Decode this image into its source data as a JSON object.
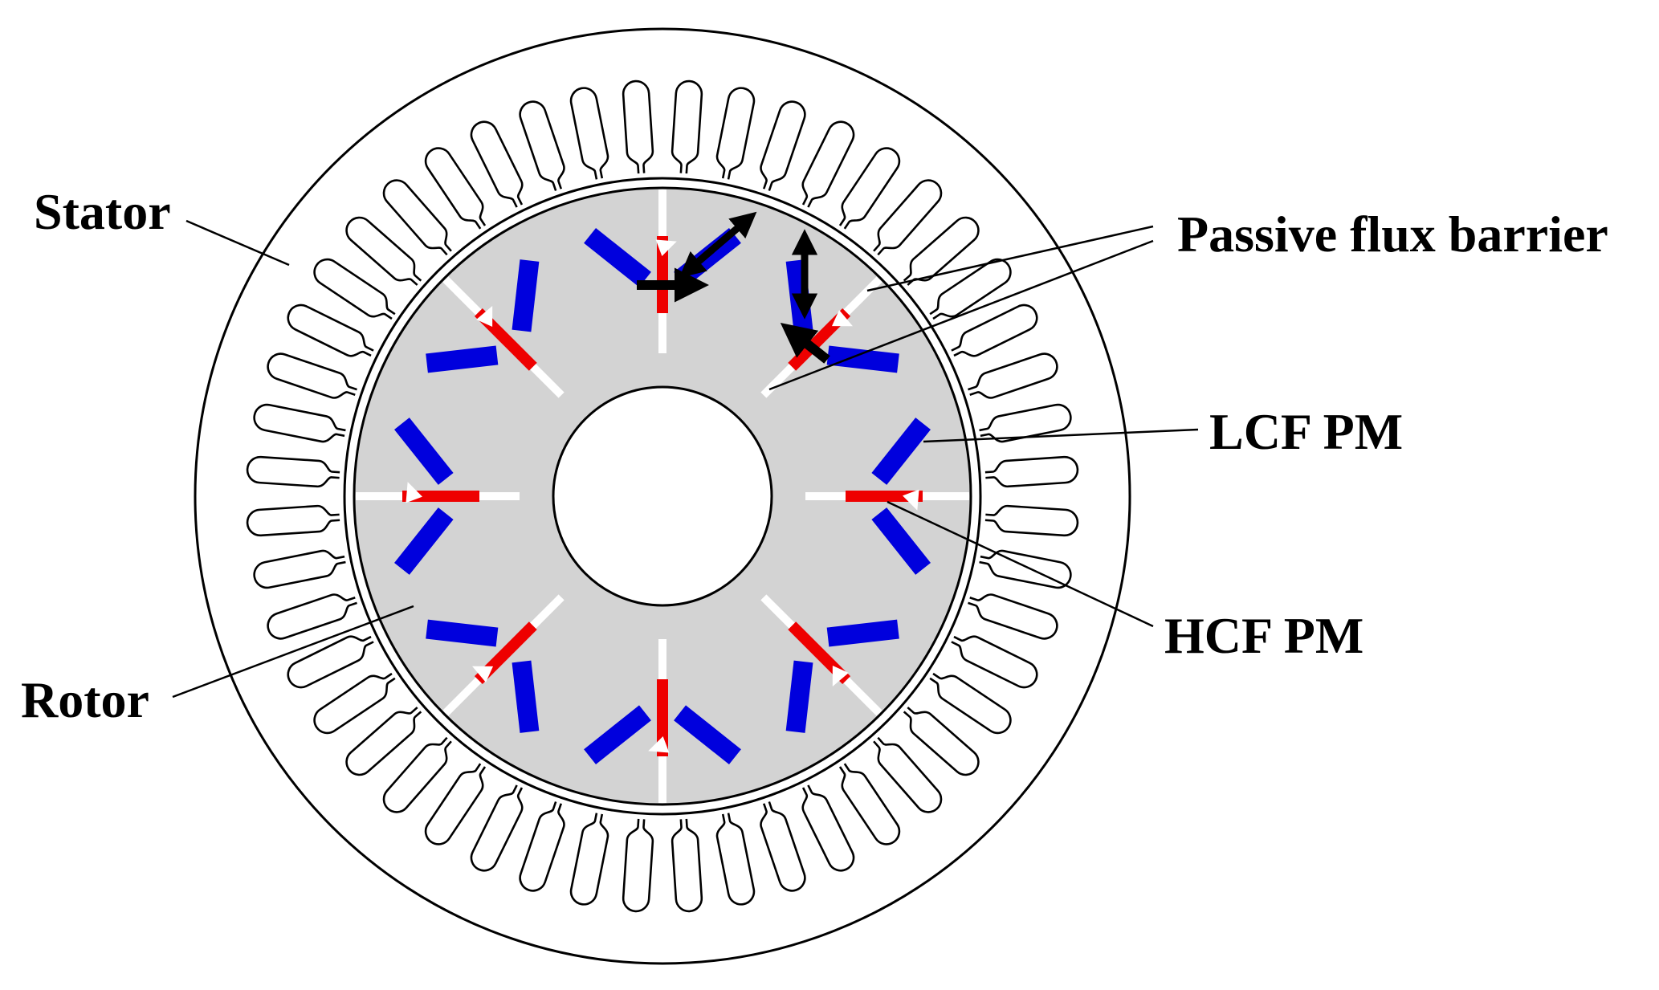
{
  "labels": {
    "stator": "Stator",
    "passive_flux_barrier": "Passive flux barrier",
    "lcf_pm": "LCF PM",
    "hcf_pm": "HCF PM",
    "rotor": "Rotor"
  },
  "diagram": {
    "stator_slot_count": 48,
    "rotor_pole_pairs": 8,
    "components": [
      {
        "name": "stator",
        "fill": "#ffffff"
      },
      {
        "name": "rotor",
        "fill": "#d3d3d3"
      },
      {
        "name": "hcf-pm",
        "fill": "#ee0000"
      },
      {
        "name": "lcf-pm",
        "fill": "#0000dd"
      },
      {
        "name": "passive-flux-barrier",
        "fill": "#ffffff"
      },
      {
        "name": "flux-arrow",
        "fill": "#000000"
      }
    ]
  }
}
